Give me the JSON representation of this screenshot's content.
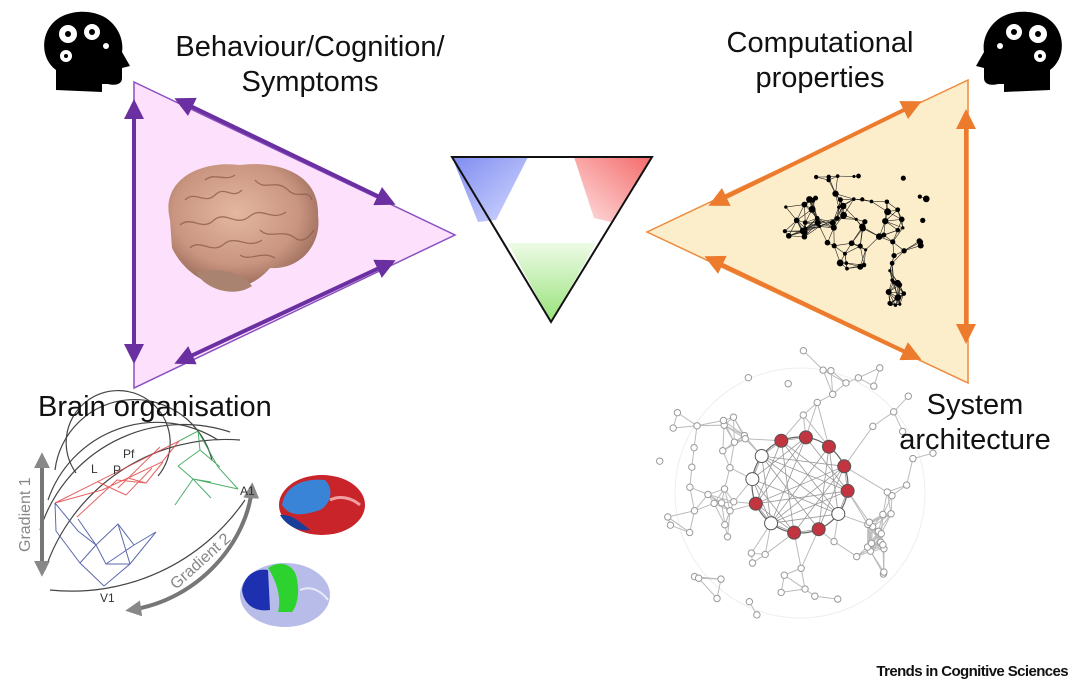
{
  "figure": {
    "labels": {
      "behaviour": "Behaviour/Cognition/\nSymptoms",
      "computational": "Computational\nproperties",
      "brain_organisation": "Brain organisation",
      "system_architecture": "System\narchitecture"
    },
    "gradient_labels": {
      "gradient1": "Gradient 1",
      "gradient2": "Gradient 2"
    },
    "region_labels": [
      "Pf",
      "L",
      "P",
      "A1",
      "V1"
    ],
    "credit": "Trends in Cognitive Sciences",
    "colors": {
      "left_triangle_fill": "#fce0fc",
      "left_triangle_stroke": "#7a3fb0",
      "left_arrow": "#6a2fa0",
      "right_triangle_fill": "#fdeecb",
      "right_triangle_stroke": "#ee8a3c",
      "right_arrow": "#ec7b2e",
      "center_blue": "#8a96f0",
      "center_red": "#f47a7a",
      "center_green": "#a8e58e",
      "hub_node": "#c23440"
    },
    "icons": [
      "head-gears-icon",
      "brain-photo",
      "network-brain-icon",
      "gradient-diagram",
      "rich-club-network"
    ]
  }
}
